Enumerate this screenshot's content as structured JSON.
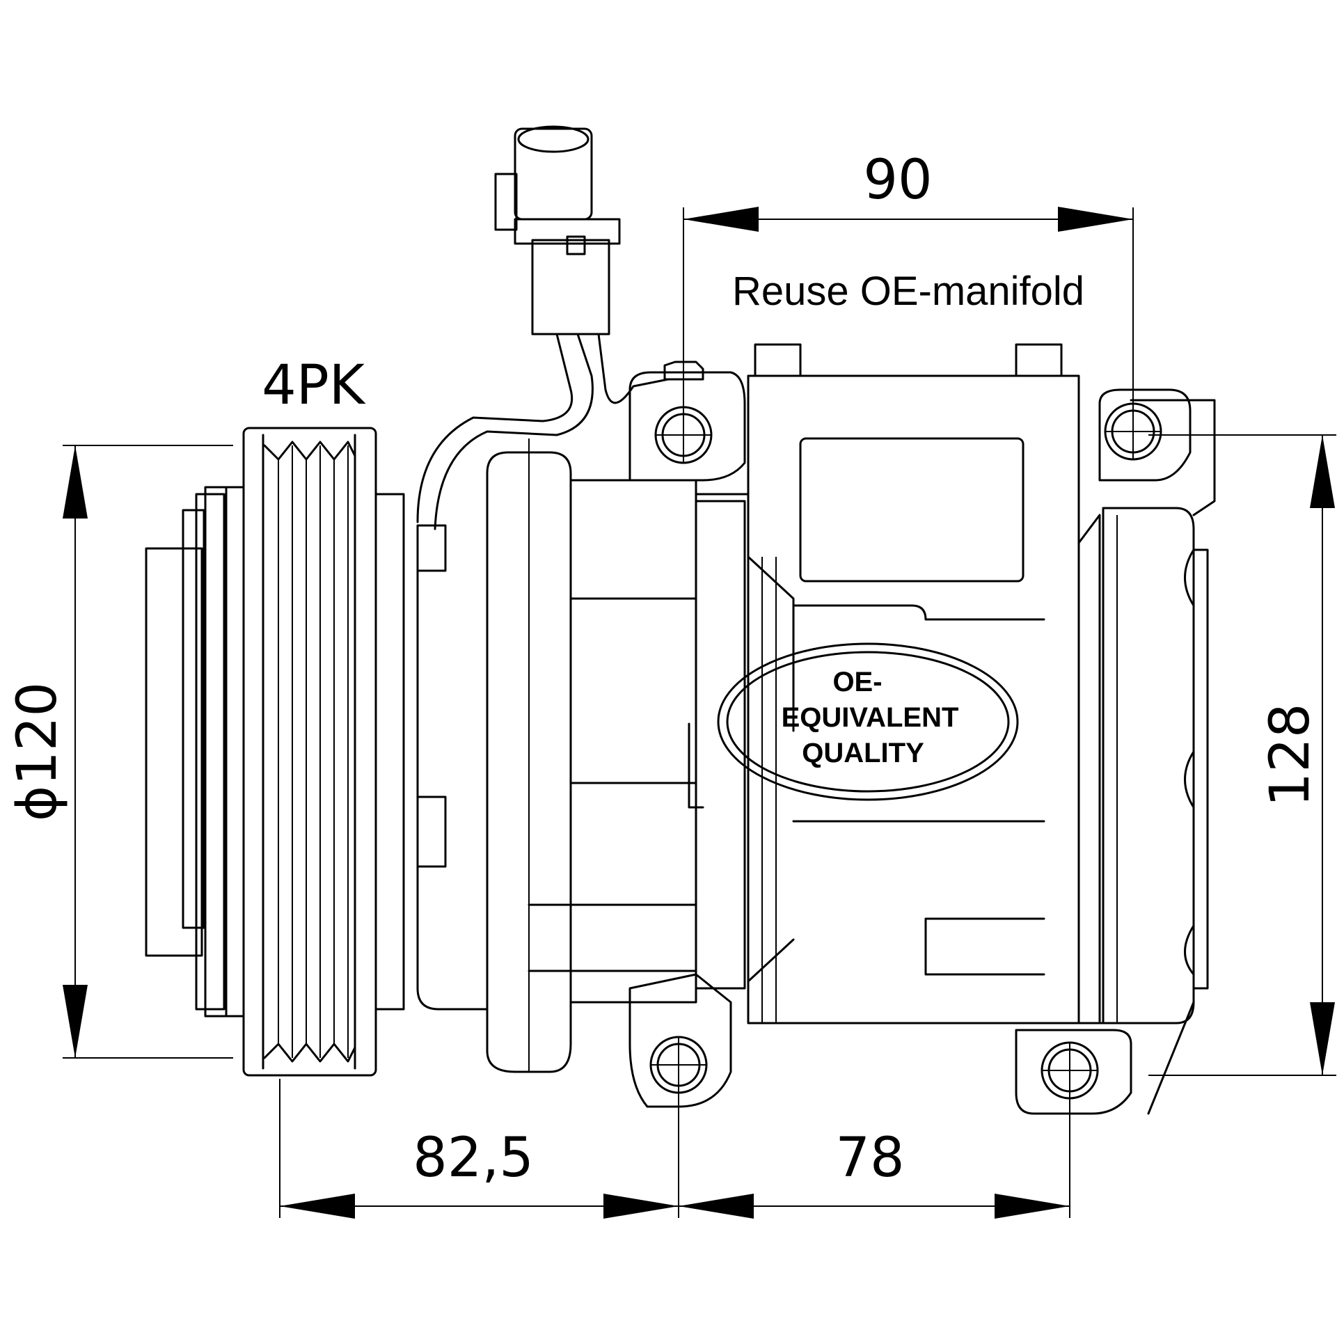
{
  "dimensions": {
    "top_span": "90",
    "pulley_diameter": "ϕ120",
    "height": "128",
    "pulley_offset": "82,5",
    "bottom_span": "78"
  },
  "labels": {
    "belt_profile": "4PK",
    "manifold_note": "Reuse OE-manifold"
  },
  "badge": {
    "line1": "OE-",
    "line2": "EQUIVALENT",
    "line3": "QUALITY"
  }
}
